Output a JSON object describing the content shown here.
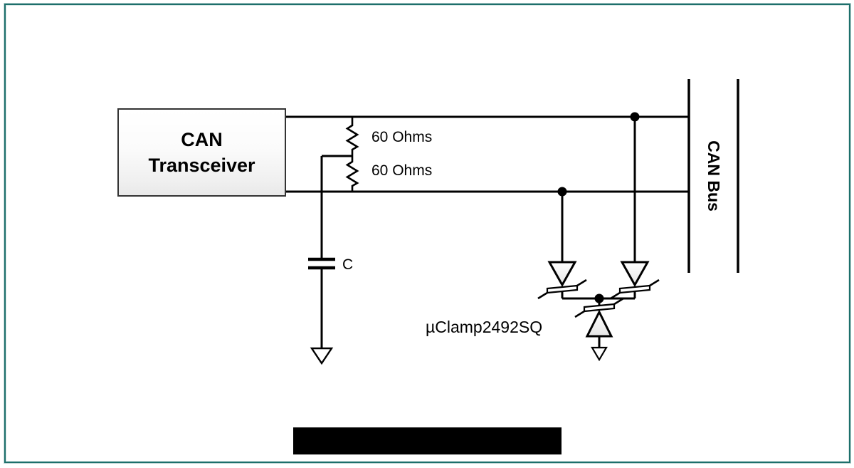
{
  "frame": {
    "border_color": "#1d6f6b",
    "background": "#ffffff"
  },
  "schematic": {
    "transceiver": {
      "line1": "CAN",
      "line2": "Transceiver"
    },
    "termination": {
      "resistor1_label": "60 Ohms",
      "resistor2_label": "60 Ohms",
      "capacitor_label": "C"
    },
    "protection": {
      "device_label": "µClamp2492SQ"
    },
    "bus": {
      "label": "CAN Bus"
    },
    "colors": {
      "wire": "#000000",
      "redaction": "#000000",
      "diode_fill_top": "#ffffff",
      "diode_fill_bottom": "#e8e8e8"
    }
  }
}
